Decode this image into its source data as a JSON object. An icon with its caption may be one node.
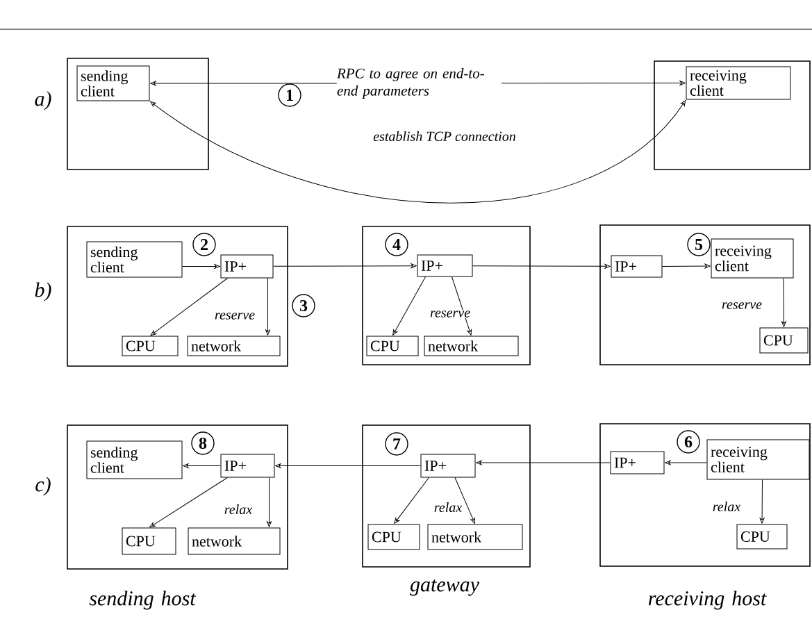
{
  "diagram": {
    "nodes": [
      {
        "text": [],
        "shape": "box"
      },
      {
        "text": [
          "sending client"
        ],
        "in": 0
      },
      {
        "text": [
          "RPC to agree on end-to-end parameters"
        ]
      },
      {
        "text": [
          "1"
        ]
      },
      {
        "text": [],
        "shape": "box"
      },
      {
        "text": [
          "receiving client"
        ],
        "in": 4
      },
      {
        "text": [],
        "shape": "box"
      },
      {
        "text": [
          "sending client"
        ],
        "in": 6
      },
      {
        "text": [
          "2"
        ],
        "in": 6
      },
      {
        "text": [
          "IP+"
        ],
        "in": 6
      },
      {
        "text": [
          "CPU"
        ],
        "in": 6
      },
      {
        "text": [
          "network"
        ],
        "in": 6
      },
      {
        "text": [
          "3"
        ]
      },
      {
        "text": [],
        "shape": "box"
      },
      {
        "text": [
          "4"
        ],
        "in": 13
      },
      {
        "text": [
          "IP+"
        ],
        "in": 13
      },
      {
        "text": [
          "CPU"
        ],
        "in": 13
      },
      {
        "text": [
          "network"
        ],
        "in": 13
      },
      {
        "text": [],
        "shape": "box"
      },
      {
        "text": [
          "IP+"
        ],
        "in": 18
      },
      {
        "text": [
          "5"
        ],
        "in": 18
      },
      {
        "text": [
          "receiving client"
        ],
        "in": 18
      },
      {
        "text": [
          "CPU"
        ],
        "in": 18
      },
      {
        "text": [],
        "shape": "box"
      },
      {
        "text": [
          "sending client"
        ],
        "in": 23
      },
      {
        "text": [
          "8"
        ],
        "in": 23
      },
      {
        "text": [
          "IP+"
        ],
        "in": 23
      },
      {
        "text": [
          "CPU"
        ],
        "in": 23
      },
      {
        "text": [
          "network"
        ],
        "in": 23
      },
      {
        "text": [],
        "shape": "box"
      },
      {
        "text": [
          "7"
        ],
        "in": 29
      },
      {
        "text": [
          "IP+"
        ],
        "in": 29
      },
      {
        "text": [
          "CPU"
        ],
        "in": 29
      },
      {
        "text": [
          "network"
        ],
        "in": 29
      },
      {
        "text": [],
        "shape": "box"
      },
      {
        "text": [
          "IP+"
        ],
        "in": 34
      },
      {
        "text": [
          "6"
        ],
        "in": 34
      },
      {
        "text": [
          "receiving client"
        ],
        "in": 34
      },
      {
        "text": [
          "CPU"
        ],
        "in": 34
      }
    ],
    "edges": [
      {
        "from": 2,
        "to": 1,
        "arrow": "to"
      },
      {
        "from": 2,
        "to": 5,
        "arrow": "to"
      },
      {
        "from": 1,
        "to": 5,
        "arrow": "both",
        "label": "establish TCP connection"
      },
      {
        "from": 7,
        "to": 9,
        "arrow": "to"
      },
      {
        "from": 9,
        "to": 10,
        "arrow": "to"
      },
      {
        "from": 9,
        "to": 11,
        "arrow": "to",
        "label": "reserve"
      },
      {
        "from": 9,
        "to": 15,
        "arrow": "to"
      },
      {
        "from": 15,
        "to": 16,
        "arrow": "to"
      },
      {
        "from": 15,
        "to": 17,
        "arrow": "to",
        "label": "reserve"
      },
      {
        "from": 15,
        "to": 19,
        "arrow": "to"
      },
      {
        "from": 19,
        "to": 21,
        "arrow": "to"
      },
      {
        "from": 21,
        "to": 22,
        "arrow": "to",
        "label": "reserve"
      },
      {
        "from": 37,
        "to": 35,
        "arrow": "to"
      },
      {
        "from": 37,
        "to": 38,
        "arrow": "to",
        "label": "relax"
      },
      {
        "from": 35,
        "to": 31,
        "arrow": "to"
      },
      {
        "from": 31,
        "to": 32,
        "arrow": "to"
      },
      {
        "from": 31,
        "to": 33,
        "arrow": "to",
        "label": "relax"
      },
      {
        "from": 31,
        "to": 26,
        "arrow": "to"
      },
      {
        "from": 26,
        "to": 24,
        "arrow": "to"
      },
      {
        "from": 26,
        "to": 27,
        "arrow": "to"
      },
      {
        "from": 26,
        "to": 28,
        "arrow": "to",
        "label": "relax"
      }
    ],
    "labels": [
      "a)",
      "b)",
      "c)",
      "sending host",
      "gateway",
      "receiving host"
    ]
  }
}
